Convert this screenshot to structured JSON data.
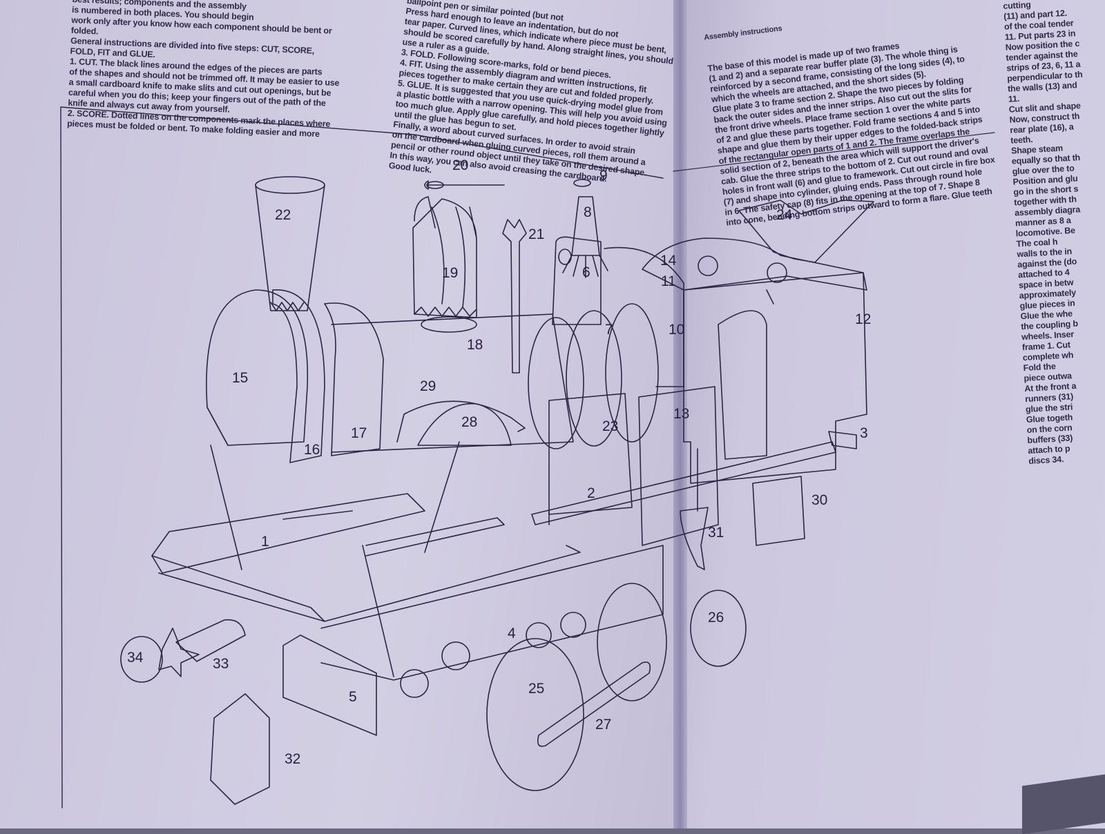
{
  "left_text": [
    "best results; components and the assembly",
    "is numbered in both places. You should begin",
    "work only after you know how each component should be bent or",
    "folded.",
    "General instructions are divided into five steps: CUT, SCORE,",
    "FOLD, FIT and GLUE.",
    "1. CUT. The black lines around the edges of the pieces are parts",
    "of the shapes and should not be trimmed off. It may be easier to use",
    "a small cardboard knife to make slits and cut out openings, but be",
    "careful when you do this; keep your fingers out of the path of the",
    "knife and always cut away from yourself.",
    "2. SCORE. Dotted lines on the components mark the places where",
    "pieces must be folded or bent. To make folding easier and more"
  ],
  "middle_text": [
    "ballpoint pen or similar pointed (but not",
    "Press hard enough to leave an indentation, but do not",
    "tear paper. Curved lines, which indicate where piece must be bent,",
    "should be scored carefully by hand. Along straight lines, you should",
    "use a ruler as a guide.",
    "3. FOLD. Following score-marks, fold or bend pieces.",
    "4. FIT. Using the assembly diagram and written instructions, fit",
    "pieces together to make certain they are cut and folded properly.",
    "5. GLUE. It is suggested that you use quick-drying model glue from",
    "a plastic bottle with a narrow opening. This will help you avoid using",
    "too much glue. Apply glue carefully, and hold pieces together lightly",
    "until the glue has begun to set.",
    "Finally, a word about curved surfaces. In order to avoid strain",
    "on the cardboard when gluing curved pieces, roll them around a",
    "pencil or other round object until they take on the desired shape.",
    "In this way, you can also avoid creasing the cardboard.",
    "Good luck."
  ],
  "right_heading": "Assembly instructions",
  "right_text": [
    "The base of this model is made up of two frames",
    "(1 and 2) and a separate rear buffer plate (3). The whole thing is",
    "reinforced by a second frame, consisting of the long sides (4), to",
    "which the wheels are attached, and the short sides (5).",
    "Glue plate 3 to frame section 2. Shape the two pieces by folding",
    "back the outer sides and the inner strips. Also cut out the slits for",
    "the front drive wheels. Place frame section 1 over the white parts",
    "of 2 and glue these parts together. Fold frame sections 4 and 5 into",
    "shape and glue them by their upper edges to the folded-back strips",
    "of the rectangular open parts of 1 and 2. The frame overlaps the",
    "solid section of 2, beneath the area which will support the driver's",
    "cab. Glue the three strips to the bottom of 2. Cut out round and oval",
    "holes in front wall (6) and glue to framework. Cut out circle in fire box",
    "(7) and shape into cylinder, gluing ends. Pass through round hole",
    "in 6. The safety cap (8) fits in the opening at the top of 7. Shape 8",
    "into cone, bending bottom strips outward to form a flare. Glue teeth"
  ],
  "far_right_text": [
    "cutting",
    "(11) and part 12.",
    "of the coal tender",
    "11. Put parts 23 in",
    "Now position the c",
    "tender against the",
    "strips of 23, 6, 11 a",
    "perpendicular to th",
    "the walls (13) and",
    "11.",
    "Cut slit and shape",
    "Now, construct th",
    "rear plate (16), a",
    "teeth.",
    "Shape steam",
    "equally so that th",
    "glue over the to",
    "Position and glu",
    "go in the short s",
    "together with th",
    "assembly diagra",
    "manner as 8 a",
    "locomotive. Be",
    "The coal h",
    "walls to the in",
    "against the (do",
    "attached to 4",
    "space in betw",
    "approximately",
    "glue pieces in",
    "Glue the whe",
    "the coupling b",
    "wheels. Inser",
    "frame 1. Cut",
    "complete wh",
    "Fold the",
    "piece outwa",
    "At the front a",
    "runners (31)",
    "glue the stri",
    "Glue togeth",
    "on the corn",
    "buffers (33)",
    "attach to p",
    "discs 34."
  ],
  "part_labels": [
    "1",
    "2",
    "3",
    "4",
    "5",
    "6",
    "7",
    "8",
    "9",
    "10",
    "11",
    "12",
    "13",
    "14",
    "15",
    "16",
    "17",
    "18",
    "19",
    "20",
    "21",
    "22",
    "23",
    "24",
    "25",
    "26",
    "27",
    "28",
    "29",
    "30",
    "31",
    "32",
    "33",
    "34"
  ],
  "colors": {
    "paper": "#d1cde2",
    "ink": "#2a2644",
    "background": "#6b6a80"
  }
}
